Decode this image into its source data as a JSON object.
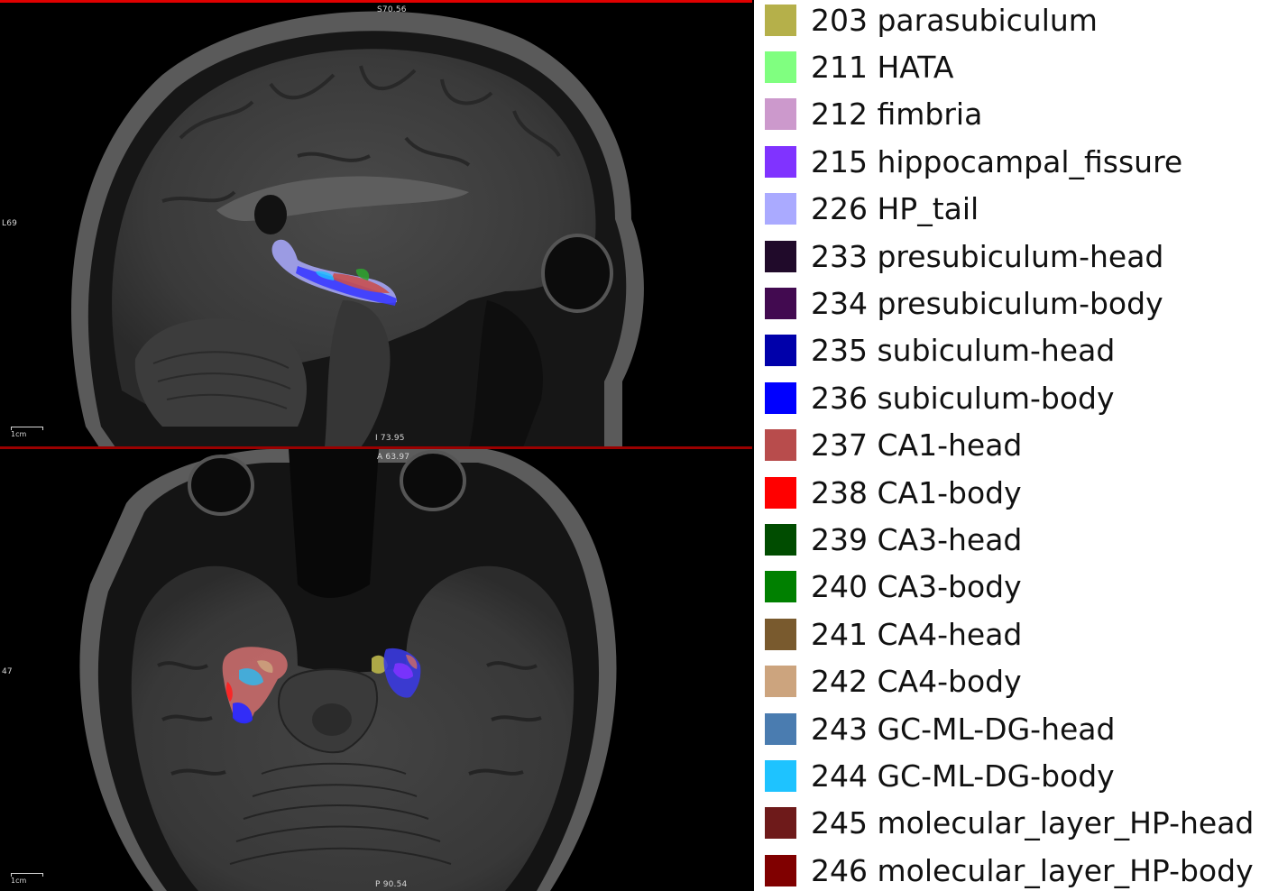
{
  "viewer": {
    "top_pane": {
      "label_top": "S70.56",
      "label_bottom": "I 73.95",
      "label_left": "L69",
      "scale_label": "1cm"
    },
    "bottom_pane": {
      "label_top": "A 63.97",
      "label_bottom": "P 90.54",
      "label_left": "47",
      "scale_label": "1cm"
    }
  },
  "legend": {
    "items": [
      {
        "label": "203 parasubiculum",
        "color": "#b5b04a"
      },
      {
        "label": "211 HATA",
        "color": "#80ff80"
      },
      {
        "label": "212 fimbria",
        "color": "#cc99cc"
      },
      {
        "label": "215 hippocampal_fissure",
        "color": "#8033ff"
      },
      {
        "label": "226 HP_tail",
        "color": "#aaaaff"
      },
      {
        "label": "233 presubiculum-head",
        "color": "#200a2a"
      },
      {
        "label": "234 presubiculum-body",
        "color": "#420a50"
      },
      {
        "label": "235 subiculum-head",
        "color": "#0000aa"
      },
      {
        "label": "236 subiculum-body",
        "color": "#0000ff"
      },
      {
        "label": "237 CA1-head",
        "color": "#b84c4c"
      },
      {
        "label": "238 CA1-body",
        "color": "#ff0000"
      },
      {
        "label": "239 CA3-head",
        "color": "#004c00"
      },
      {
        "label": "240 CA3-body",
        "color": "#008000"
      },
      {
        "label": "241 CA4-head",
        "color": "#795a2e"
      },
      {
        "label": "242 CA4-body",
        "color": "#cca47e"
      },
      {
        "label": "243 GC-ML-DG-head",
        "color": "#4a7cb0"
      },
      {
        "label": "244 GC-ML-DG-body",
        "color": "#1ec3ff"
      },
      {
        "label": "245 molecular_layer_HP-head",
        "color": "#6e1a1a"
      },
      {
        "label": "246 molecular_layer_HP-body",
        "color": "#800000"
      }
    ]
  }
}
